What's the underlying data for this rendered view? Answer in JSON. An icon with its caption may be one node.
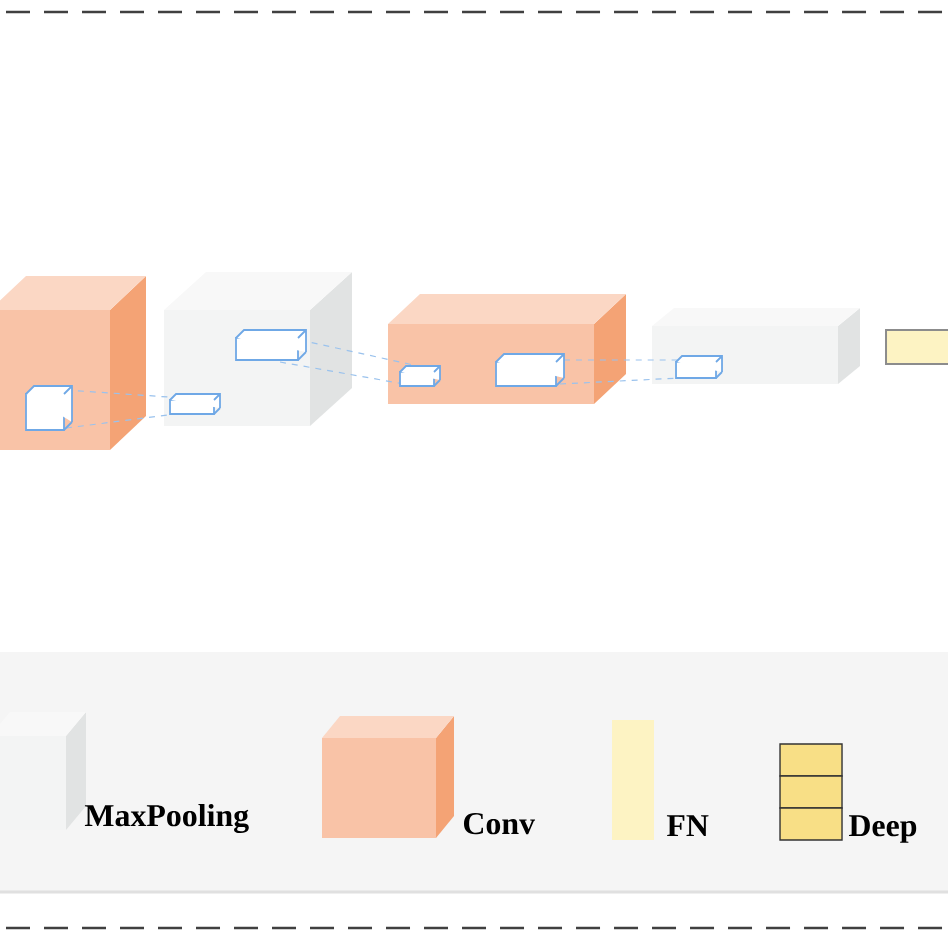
{
  "diagram": {
    "legend": [
      {
        "text": "MaxPooling"
      },
      {
        "text": "Conv"
      },
      {
        "text": "FN"
      },
      {
        "text": "Deep"
      }
    ]
  }
}
